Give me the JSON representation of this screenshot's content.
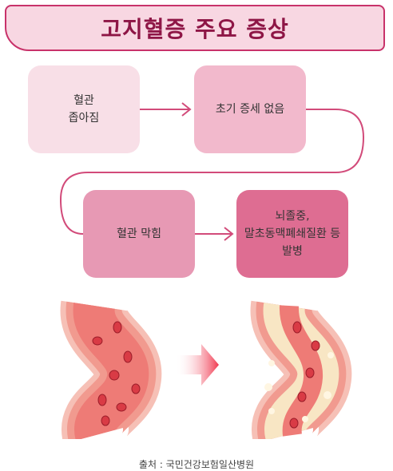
{
  "title": "고지혈증 주요 증상",
  "steps": [
    {
      "label": "혈관\n좁아짐"
    },
    {
      "label": "초기 증세 없음"
    },
    {
      "label": "혈관 막힘"
    },
    {
      "label": "뇌졸중,\n말초동맥폐쇄질환 등\n발병"
    }
  ],
  "source": "출처 : 국민건강보험일산병원",
  "colors": {
    "title_border": "#c8326a",
    "title_fill": "#f8d7e2",
    "title_text": "#8e1646",
    "step1": "#f8dfe7",
    "step2": "#f2b9cc",
    "step3": "#e799b4",
    "step4": "#de6d92",
    "connector": "#d24b7a",
    "vessel_wall": "#f19a8f",
    "blood": "#ee7b76",
    "plaque": "#f8e6c4"
  },
  "icons": [
    "arrow-right-icon",
    "vessel-normal-illustration",
    "vessel-clogged-illustration",
    "gradient-arrow-icon"
  ]
}
